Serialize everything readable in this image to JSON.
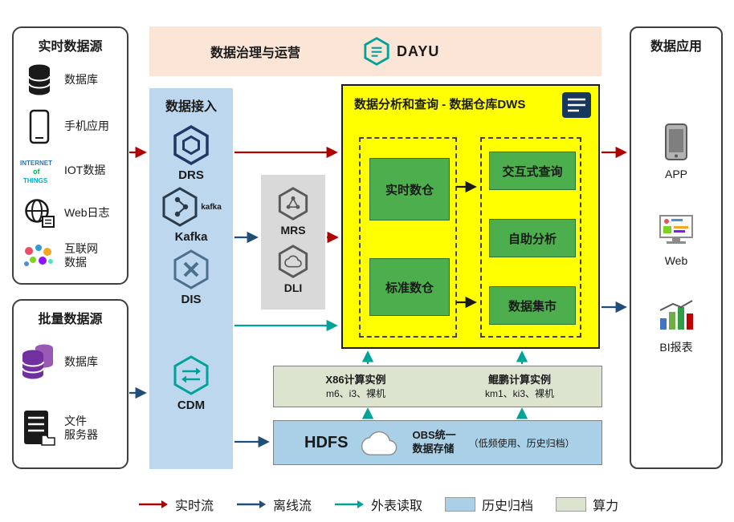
{
  "banner": {
    "title": "数据治理与运营",
    "logo": "DAYU"
  },
  "realtime_sources": {
    "title": "实时数据源",
    "items": [
      {
        "label": "数据库",
        "icon": "database-icon"
      },
      {
        "label": "手机应用",
        "icon": "mobile-phone-icon"
      },
      {
        "label": "IOT数据",
        "icon": "iot-icon",
        "icon_words": {
          "w1": "INTERNET",
          "w2": "of",
          "w3": "THINGS"
        }
      },
      {
        "label": "Web日志",
        "icon": "globe-log-icon"
      },
      {
        "label": "互联网\n数据",
        "icon": "internet-data-icon"
      }
    ]
  },
  "batch_sources": {
    "title": "批量数据源",
    "items": [
      {
        "label": "数据库",
        "icon": "database-purple-icon"
      },
      {
        "label": "文件\n服务器",
        "icon": "file-server-icon"
      }
    ]
  },
  "data_access": {
    "title": "数据接入",
    "items": [
      {
        "label": "DRS",
        "icon": "drs-hexagon-icon"
      },
      {
        "label": "Kafka",
        "icon": "kafka-hexagon-icon",
        "icon_text": "kafka"
      },
      {
        "label": "DIS",
        "icon": "dis-hexagon-icon"
      },
      {
        "label": "CDM",
        "icon": "cdm-hexagon-icon"
      }
    ]
  },
  "middleware": {
    "items": [
      {
        "label": "MRS",
        "icon": "mrs-hexagon-icon"
      },
      {
        "label": "DLI",
        "icon": "dli-hexagon-icon"
      }
    ]
  },
  "dws": {
    "title": "数据分析和查询 - 数据仓库DWS",
    "warehouses": [
      "实时数仓",
      "标准数仓"
    ],
    "services": [
      "交互式查询",
      "自助分析",
      "数据集市"
    ]
  },
  "compute": {
    "x86_title": "X86计算实例",
    "x86_detail": "m6、i3、裸机",
    "kunpeng_title": "鲲鹏计算实例",
    "kunpeng_detail": "km1、ki3、裸机"
  },
  "storage": {
    "hdfs": "HDFS",
    "obs_line1": "OBS统一",
    "obs_line2": "数据存储",
    "obs_note": "（低频使用、历史归档）"
  },
  "data_apps": {
    "title": "数据应用",
    "items": [
      {
        "label": "APP",
        "icon": "app-phone-icon"
      },
      {
        "label": "Web",
        "icon": "web-monitor-icon"
      },
      {
        "label": "BI报表",
        "icon": "bi-report-icon"
      }
    ]
  },
  "legend": {
    "realtime": "实时流",
    "offline": "离线流",
    "external": "外表读取",
    "archive": "历史归档",
    "compute": "算力"
  },
  "colors": {
    "realtime_flow": "#b00000",
    "offline_flow": "#1f4e79",
    "external_read": "#00a398",
    "archive_fill": "#a9d0e6",
    "compute_fill": "#dce3cf",
    "dws_fill": "#ffff00",
    "module_green": "#4cae4c",
    "access_fill": "#bdd7ee",
    "banner_fill": "#fbe5d6"
  }
}
